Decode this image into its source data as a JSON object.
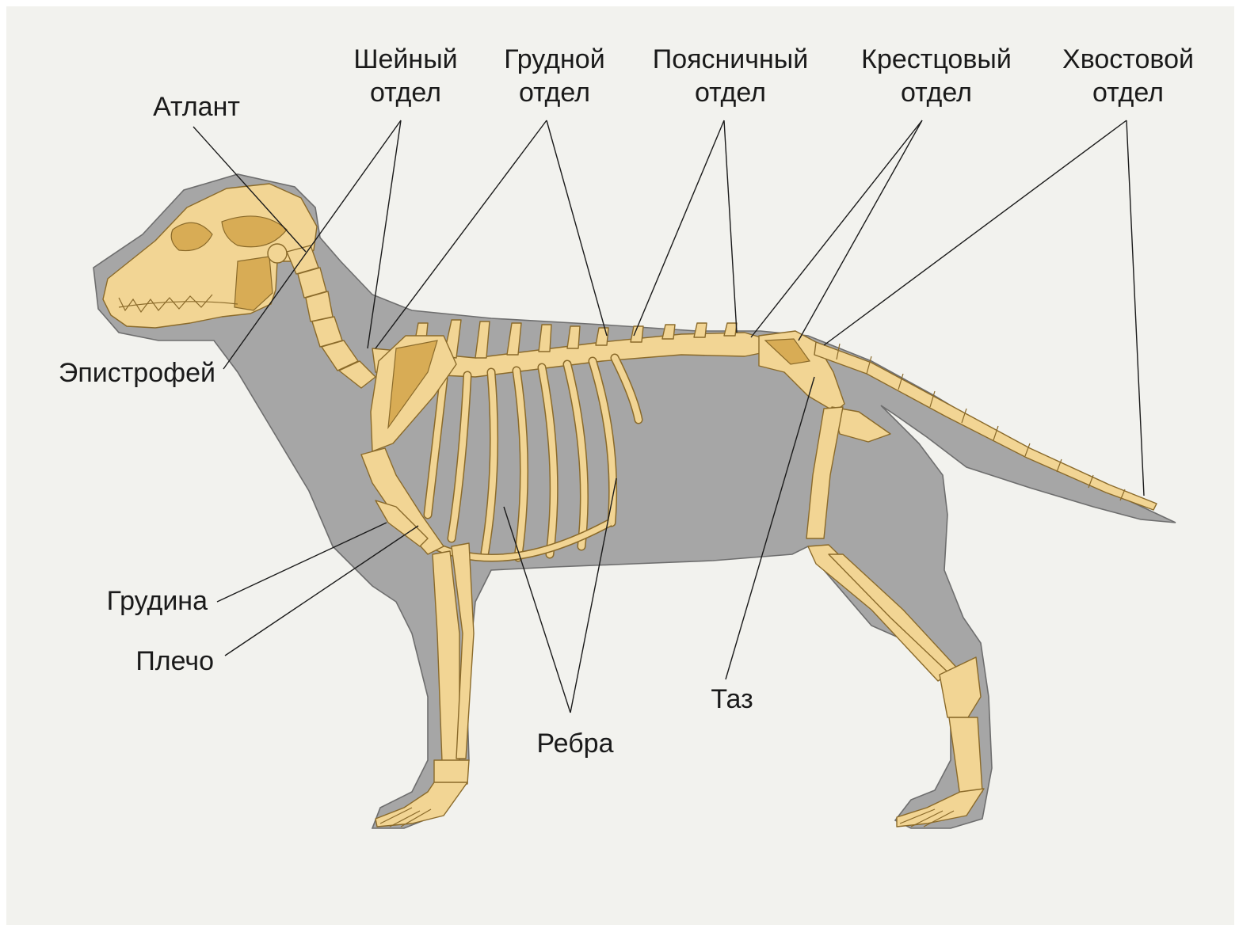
{
  "labels": {
    "cervical": [
      "Шейный",
      "отдел"
    ],
    "thoracic": [
      "Грудной",
      "отдел"
    ],
    "lumbar": [
      "Поясничный",
      "отдел"
    ],
    "sacral": [
      "Крестцовый",
      "отдел"
    ],
    "caudal": [
      "Хвостовой",
      "отдел"
    ],
    "atlas": "Атлант",
    "epistropheus": "Эпистрофей",
    "sternum": "Грудина",
    "shoulder": "Плечо",
    "ribs": "Ребра",
    "pelvis": "Таз"
  },
  "colors": {
    "background": "#f2f2ee",
    "body_silhouette": "#a6a6a6",
    "bone": "#f2d594",
    "bone_shadow": "#d8ac55",
    "outline": "#8a6a2a"
  }
}
